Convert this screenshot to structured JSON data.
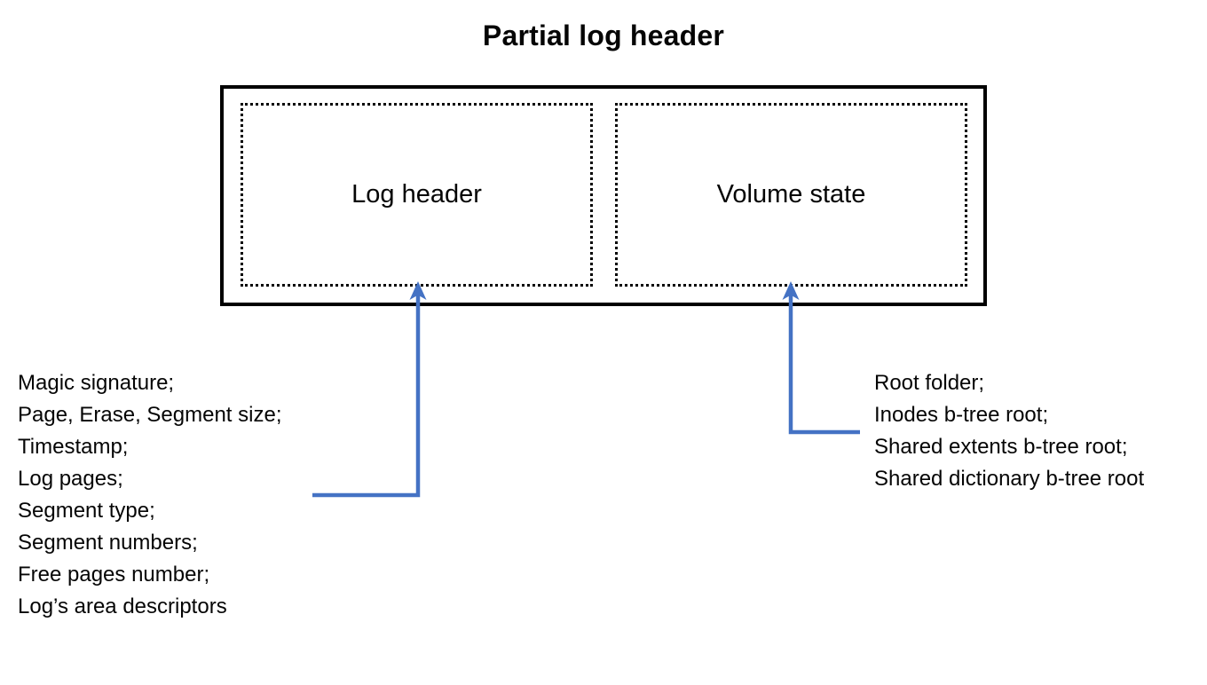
{
  "title": "Partial log header",
  "diagram": {
    "boxes": {
      "log_header": {
        "label": "Log header"
      },
      "volume_state": {
        "label": "Volume state"
      }
    }
  },
  "annotations": {
    "log_header_fields": [
      "Magic signature;",
      "Page, Erase, Segment size;",
      "Timestamp;",
      "Log pages;",
      "Segment type;",
      "Segment numbers;",
      "Free pages number;",
      "Log’s area descriptors"
    ],
    "volume_state_fields": [
      "Root folder;",
      "Inodes b-tree root;",
      "Shared extents b-tree root;",
      "Shared dictionary b-tree root"
    ]
  },
  "colors": {
    "arrow": "#4472C4",
    "border": "#000000",
    "text": "#050505",
    "background": "#FFFFFF"
  }
}
